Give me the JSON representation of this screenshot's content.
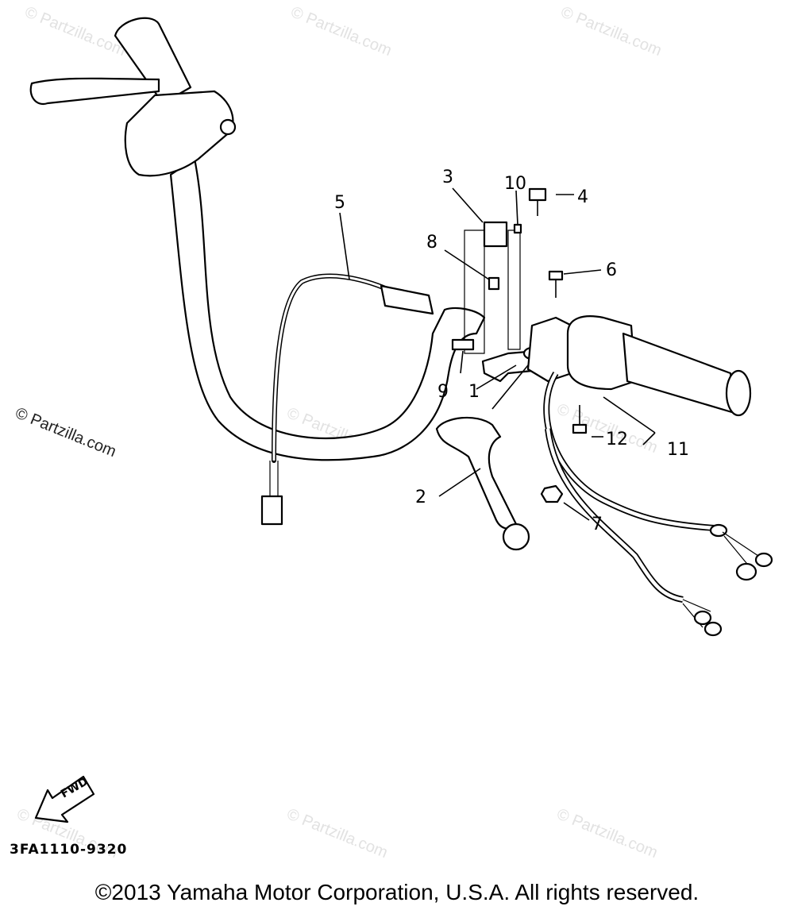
{
  "watermark_text": "© Partzilla.com",
  "callouts": [
    "1",
    "2",
    "3",
    "4",
    "5",
    "6",
    "7",
    "8",
    "9",
    "10",
    "11",
    "12"
  ],
  "fwd_label": "FWD",
  "diagram_code": "3FA1110-9320",
  "copyright": "©2013 Yamaha Motor Corporation, U.S.A. All rights reserved."
}
